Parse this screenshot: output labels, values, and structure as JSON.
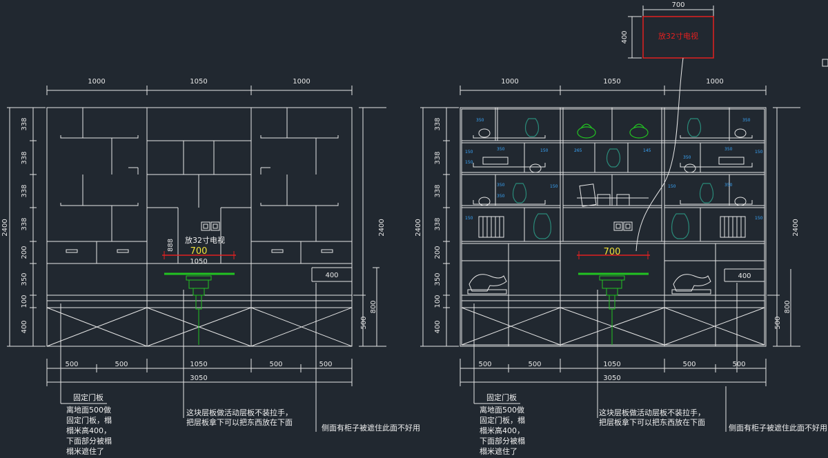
{
  "top_dims": [
    "1000",
    "1050",
    "1000"
  ],
  "bottom_dims": [
    "500",
    "500",
    "1050",
    "500",
    "500"
  ],
  "total_width": "3050",
  "left_heights": [
    "338",
    "338",
    "338",
    "338",
    "200",
    "350",
    "100",
    "400"
  ],
  "total_height": "2400",
  "side_dims": {
    "d800": "800",
    "d500": "500",
    "d400": "400"
  },
  "tv_label": "放32寸电视",
  "tv_width": "700",
  "tv_cabinet_width": "1050",
  "tv_small_height": "888",
  "tv_box": {
    "width": "700",
    "height": "400",
    "label": "放32寸电视"
  },
  "notes": {
    "fixed_door": "固定门板",
    "raised": [
      "离地面500做",
      "固定门板，榻",
      "榻米高400，",
      "下面部分被榻",
      "榻米遮住了"
    ],
    "shelf": [
      "这块层板做活动层板不装拉手，",
      "把层板拿下可以把东西放在下面"
    ],
    "side": "侧面有柜子被遮住此面不好用"
  },
  "shelf_small_labels": [
    "350",
    "150",
    "150",
    "350",
    "350",
    "350",
    "265",
    "145",
    "150",
    "150",
    "350",
    "350",
    "150",
    "350",
    "350",
    "150",
    "150",
    "150"
  ],
  "colors": {
    "bg": "#212830",
    "line": "#e8e8e8",
    "red": "#e32020",
    "green": "#22c322",
    "yellow": "#f1e23a",
    "cyan": "#3aa9ff",
    "teal": "#2a8b7a"
  }
}
